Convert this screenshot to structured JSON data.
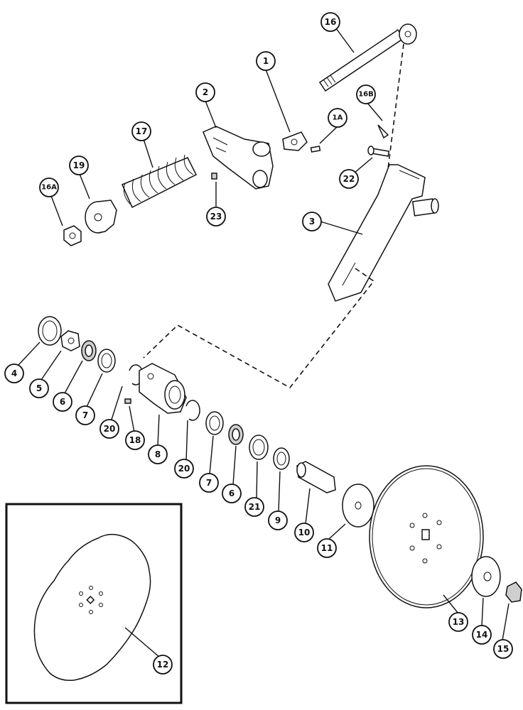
{
  "diagram": {
    "callouts": [
      {
        "id": "c1",
        "label": "1"
      },
      {
        "id": "c1a",
        "label": "1A"
      },
      {
        "id": "c2",
        "label": "2"
      },
      {
        "id": "c3",
        "label": "3"
      },
      {
        "id": "c4",
        "label": "4"
      },
      {
        "id": "c5",
        "label": "5"
      },
      {
        "id": "c6a",
        "label": "6"
      },
      {
        "id": "c6b",
        "label": "6"
      },
      {
        "id": "c7a",
        "label": "7"
      },
      {
        "id": "c7b",
        "label": "7"
      },
      {
        "id": "c8",
        "label": "8"
      },
      {
        "id": "c9",
        "label": "9"
      },
      {
        "id": "c10",
        "label": "10"
      },
      {
        "id": "c11",
        "label": "11"
      },
      {
        "id": "c12",
        "label": "12"
      },
      {
        "id": "c13",
        "label": "13"
      },
      {
        "id": "c14",
        "label": "14"
      },
      {
        "id": "c15",
        "label": "15"
      },
      {
        "id": "c16",
        "label": "16"
      },
      {
        "id": "c16a",
        "label": "16A"
      },
      {
        "id": "c16b",
        "label": "16B"
      },
      {
        "id": "c17",
        "label": "17"
      },
      {
        "id": "c18",
        "label": "18"
      },
      {
        "id": "c19",
        "label": "19"
      },
      {
        "id": "c20a",
        "label": "20"
      },
      {
        "id": "c20b",
        "label": "20"
      },
      {
        "id": "c21",
        "label": "21"
      },
      {
        "id": "c22",
        "label": "22"
      },
      {
        "id": "c23",
        "label": "23"
      }
    ]
  }
}
